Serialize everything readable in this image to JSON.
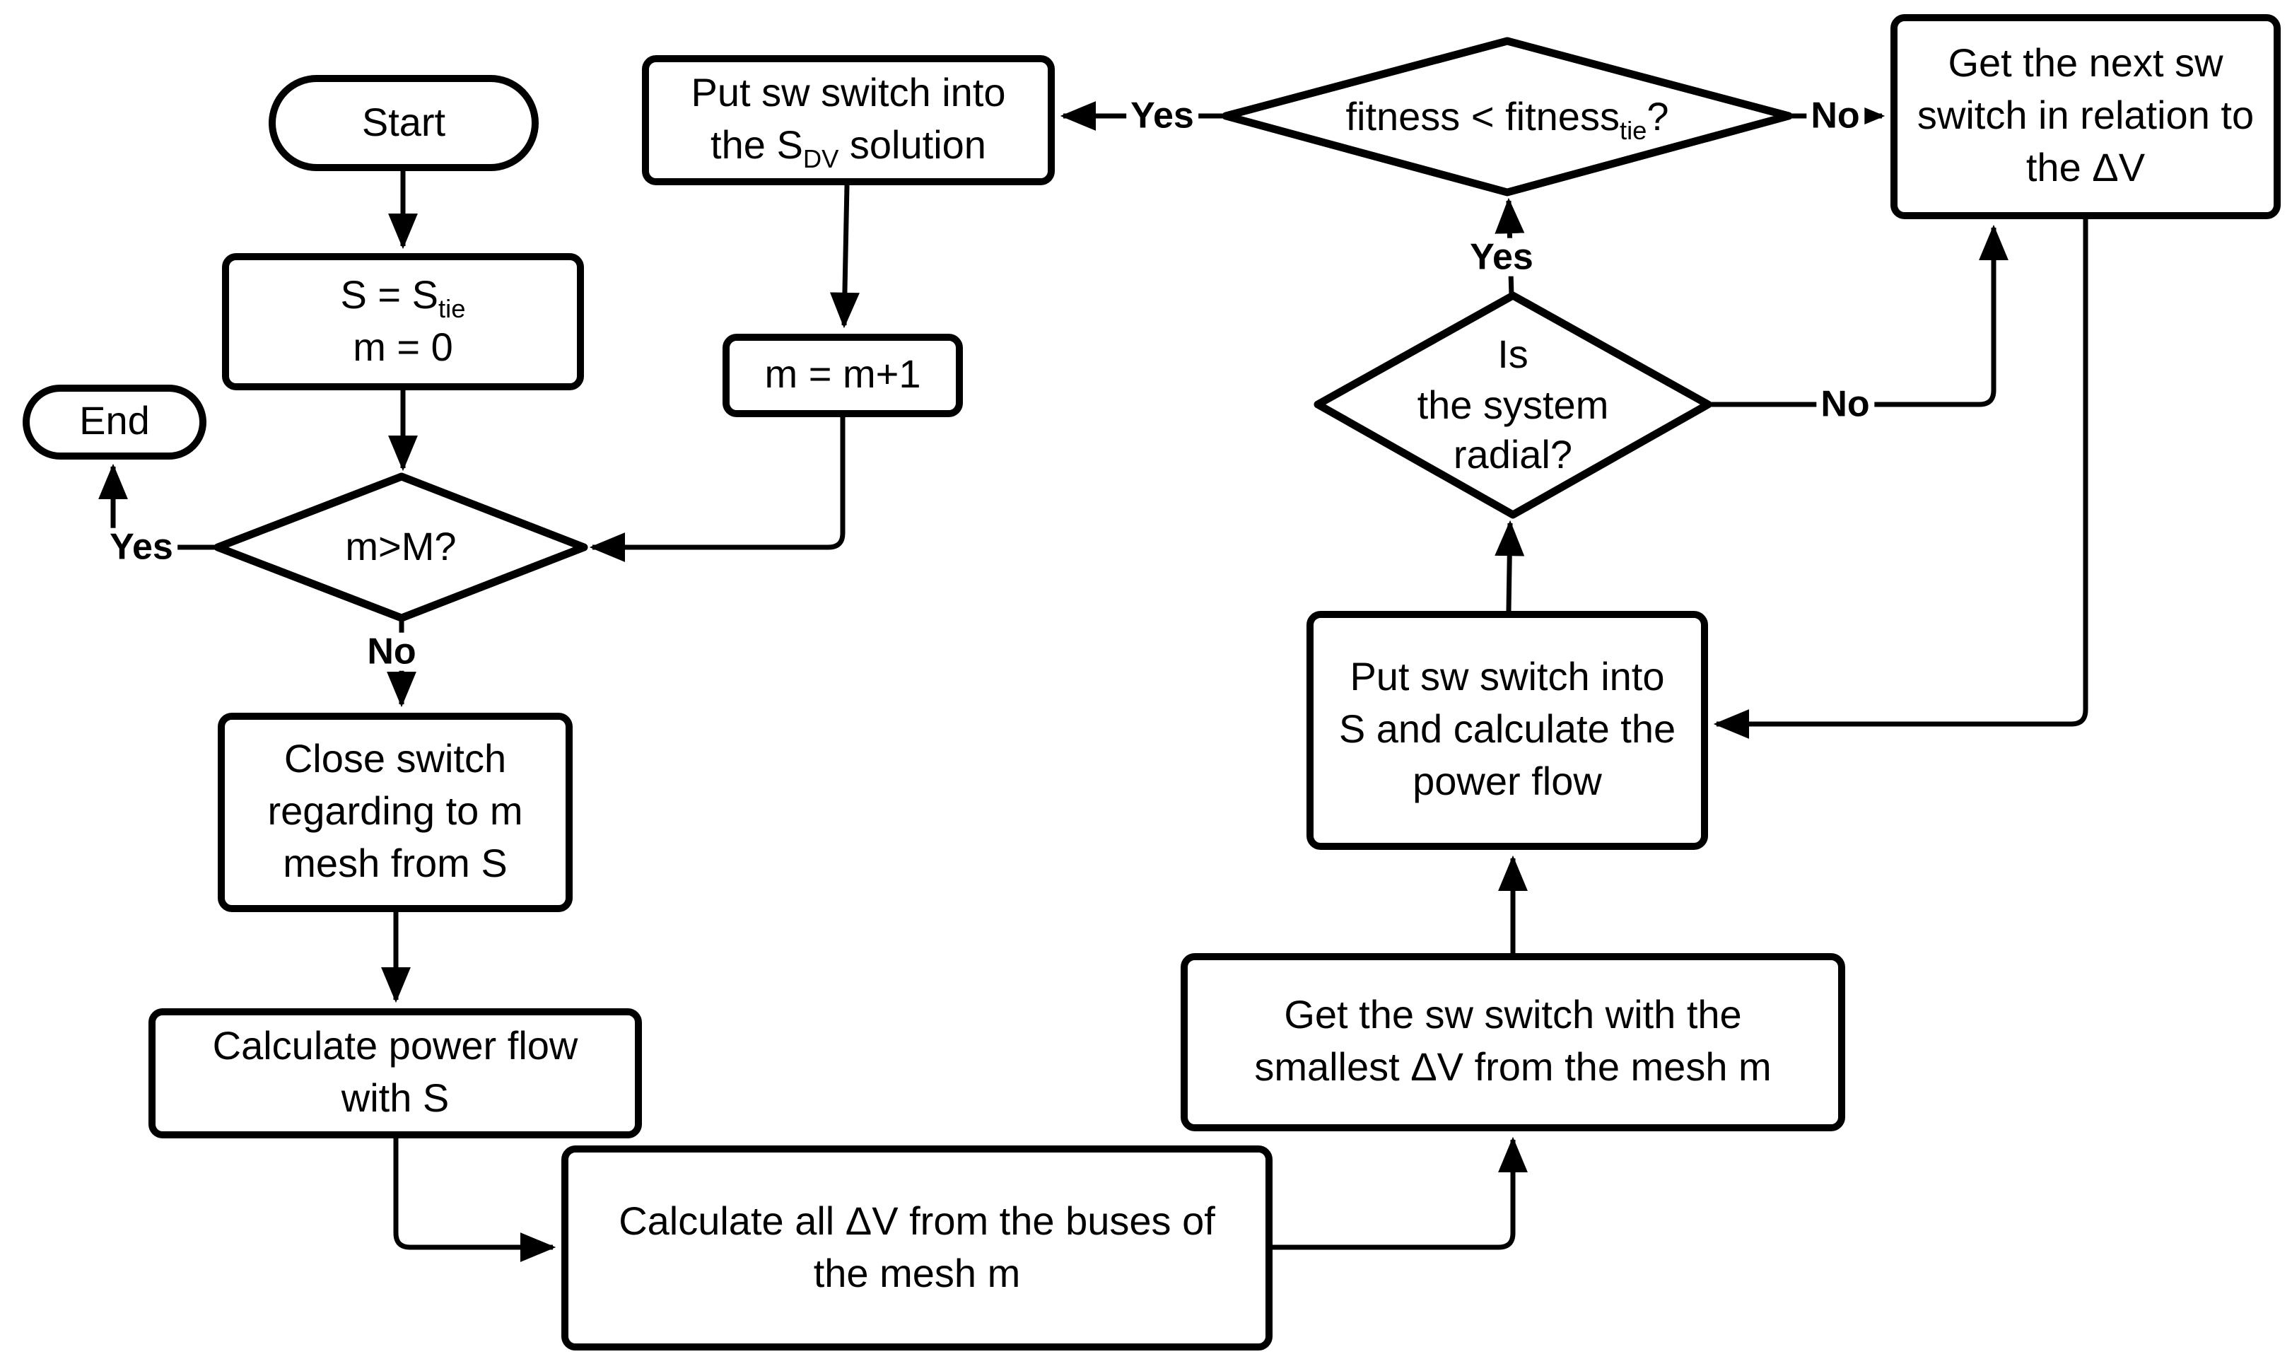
{
  "canvas": {
    "background": "#ffffff",
    "line_color": "#000000",
    "node_fill": "#ffffff",
    "text_color": "#000000"
  },
  "nodes": {
    "start": {
      "label": "Start"
    },
    "init": {
      "line1_main": "S = S",
      "line1_sub": "tie",
      "line2": "m = 0"
    },
    "end": {
      "label": "End"
    },
    "loop_check": {
      "label": "m>M?"
    },
    "close_switch": {
      "label": "Close switch\nregarding to m\nmesh from S"
    },
    "calc_power_flow": {
      "label": "Calculate power flow\nwith S"
    },
    "calc_delta_v": {
      "label": "Calculate all ΔV from the buses of\nthe mesh m"
    },
    "get_smallest": {
      "label": "Get the sw switch with the\nsmallest  ΔV from the mesh m"
    },
    "put_sw_s": {
      "label": "Put sw switch into\nS and calculate the\npower flow"
    },
    "radial_check": {
      "label": "Is\nthe system\nradial?"
    },
    "fitness_check": {
      "main": "fitness < fitness",
      "sub": "tie",
      "suffix": "?"
    },
    "put_sw_sdv": {
      "line1": "Put sw switch into",
      "line2_pre": "the S",
      "line2_sub": "DV",
      "line2_post": " solution"
    },
    "increment": {
      "label": "m = m+1"
    },
    "get_next": {
      "label": "Get the next sw\nswitch in relation to\nthe ΔV"
    }
  },
  "edge_labels": {
    "loop_yes": "Yes",
    "loop_no": "No",
    "radial_yes": "Yes",
    "radial_no": "No",
    "fitness_yes": "Yes",
    "fitness_no": "No"
  }
}
